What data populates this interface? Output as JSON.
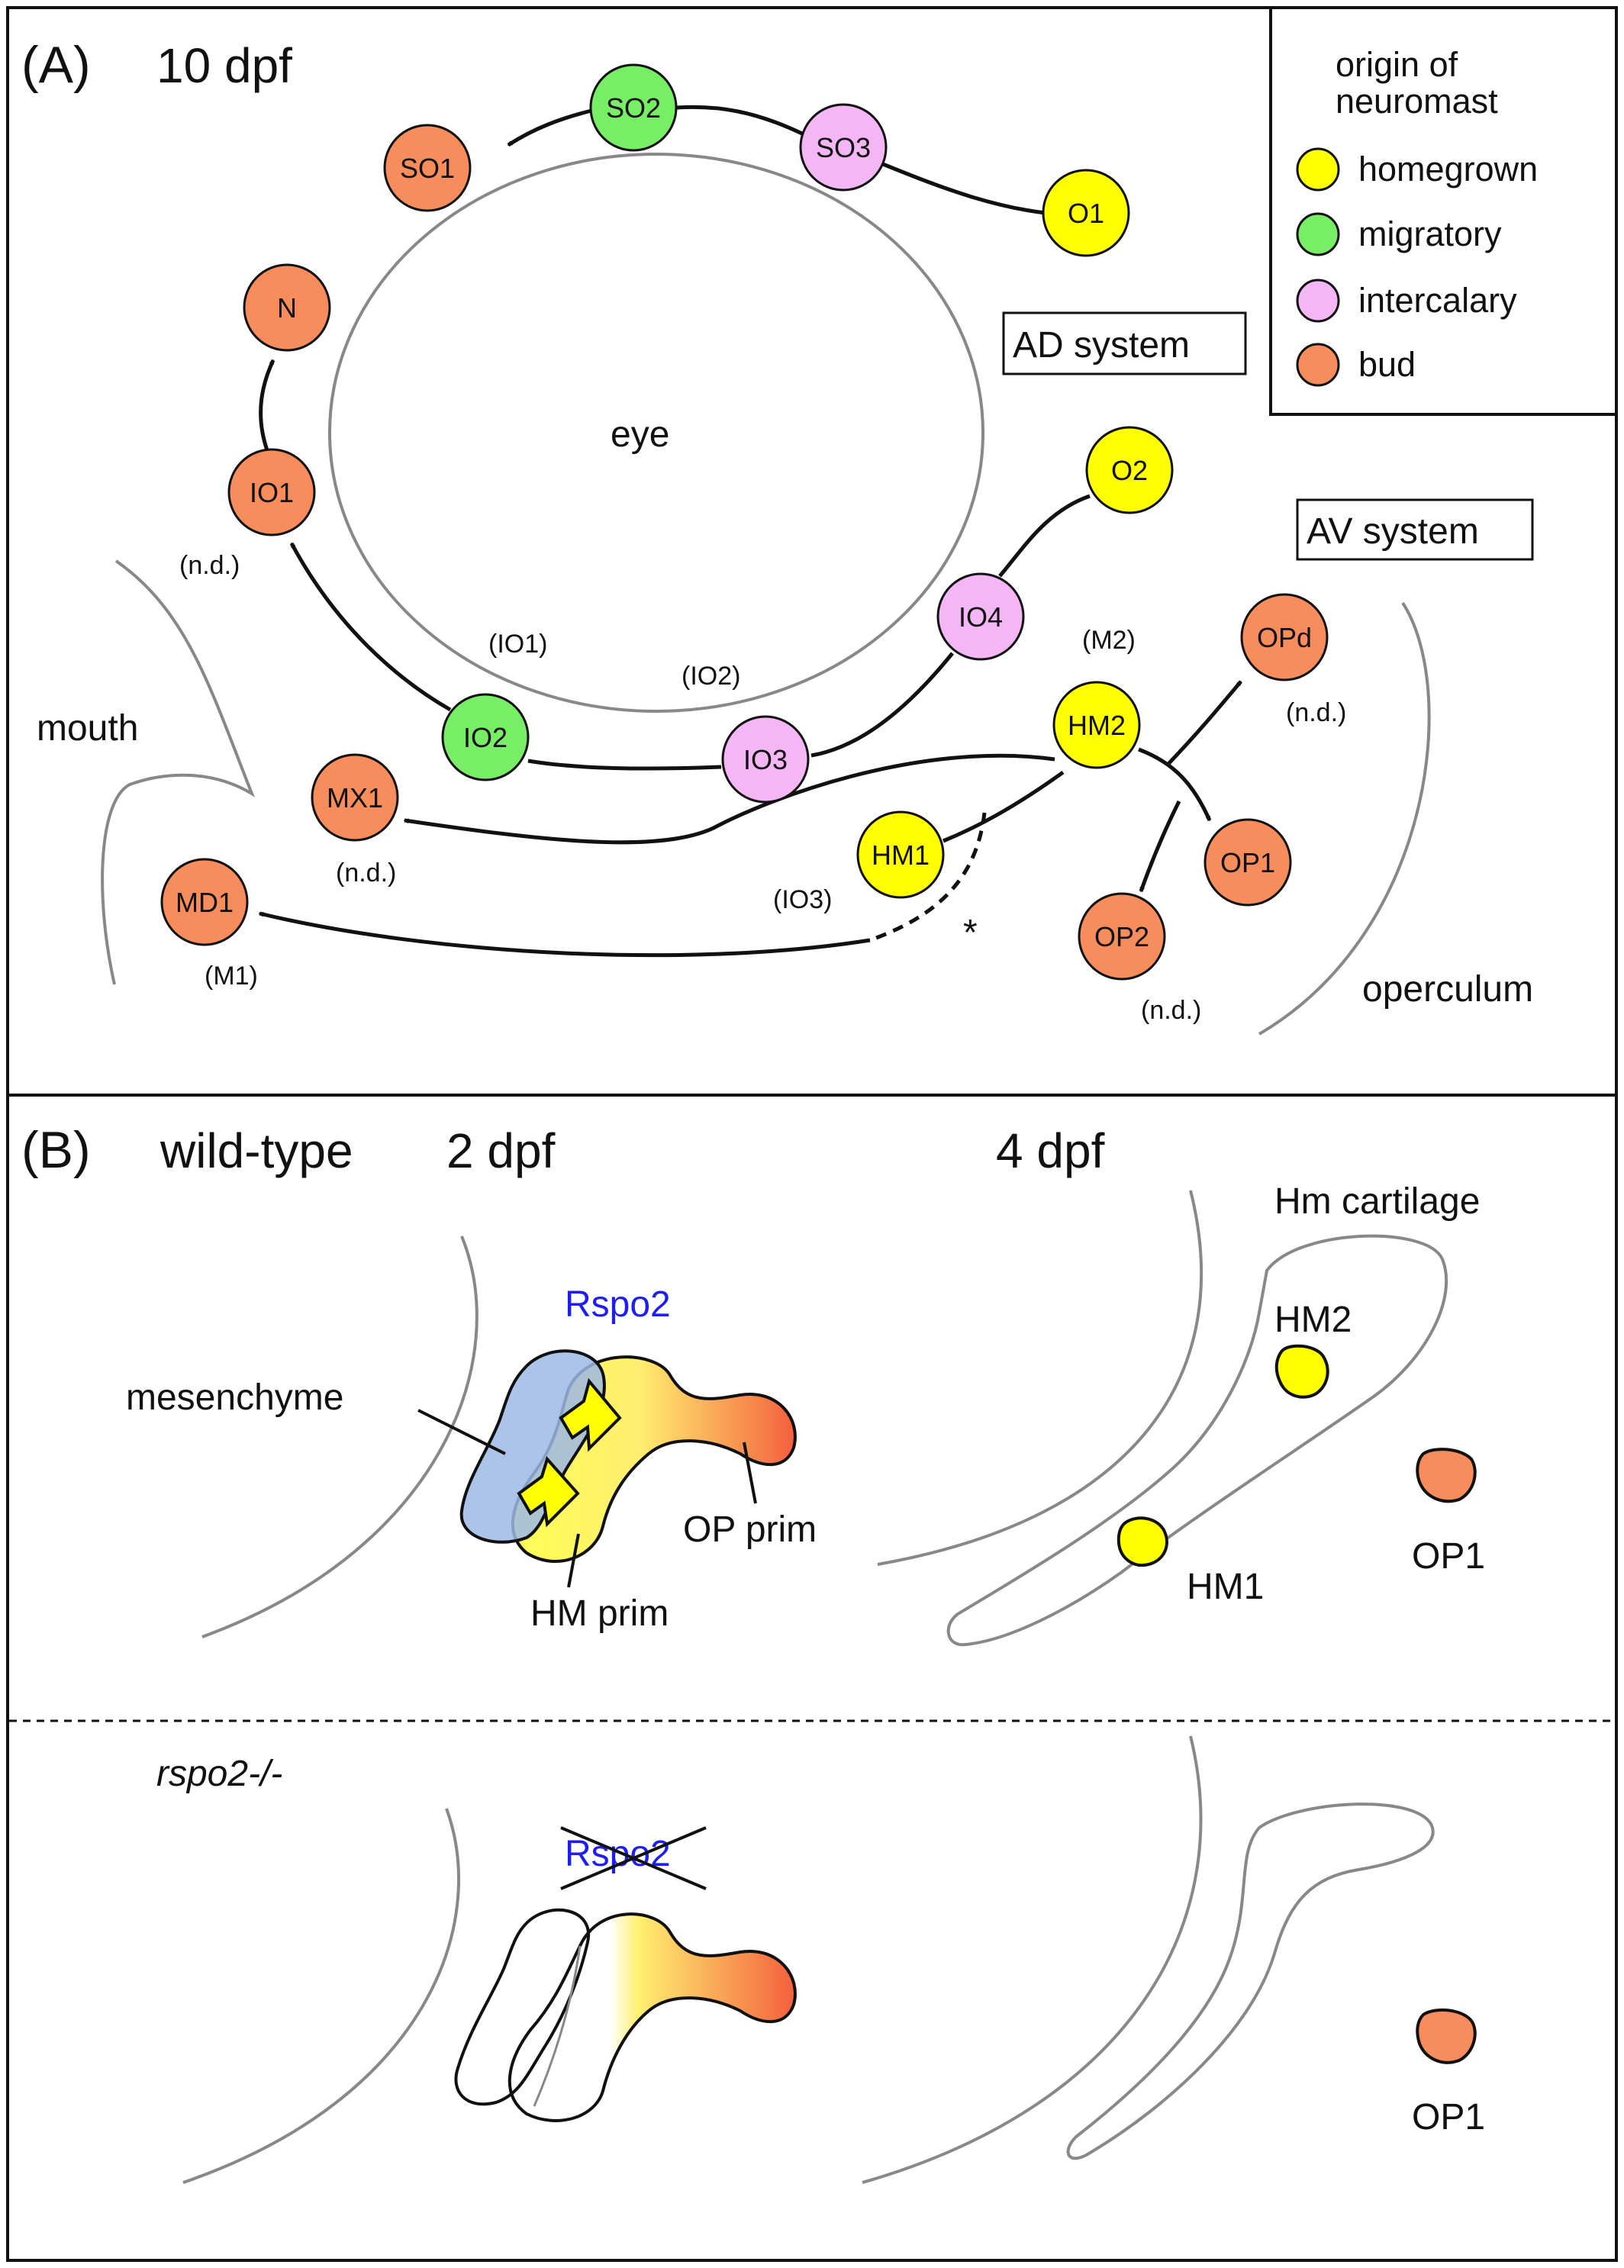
{
  "colors": {
    "homegrown": "#FFFF00",
    "migratory": "#77EE66",
    "intercalary": "#F5B6F5",
    "bud": "#F78C5C",
    "rspo2": "#1E1EEE",
    "mesenchyme": "#9DB9E6",
    "outline": "#888888",
    "line": "#111111"
  },
  "panelA": {
    "label": "(A)",
    "stage": "10 dpf",
    "legend": {
      "title_line1": "origin of",
      "title_line2": "neuromast",
      "items": [
        {
          "label": "homegrown",
          "color": "#FFFF00"
        },
        {
          "label": "migratory",
          "color": "#77EE66"
        },
        {
          "label": "intercalary",
          "color": "#F5B6F5"
        },
        {
          "label": "bud",
          "color": "#F78C5C"
        }
      ]
    },
    "eye_label": "eye",
    "mouth_label": "mouth",
    "operculum_label": "operculum",
    "ad_system": "AD system",
    "av_system": "AV system",
    "neuromasts": {
      "SO1": {
        "label": "SO1",
        "origin": "bud"
      },
      "SO2": {
        "label": "SO2",
        "origin": "migratory"
      },
      "SO3": {
        "label": "SO3",
        "origin": "intercalary"
      },
      "O1": {
        "label": "O1",
        "origin": "homegrown"
      },
      "N": {
        "label": "N",
        "origin": "bud"
      },
      "IO1": {
        "label": "IO1",
        "origin": "bud"
      },
      "O2": {
        "label": "O2",
        "origin": "homegrown"
      },
      "IO4": {
        "label": "IO4",
        "origin": "intercalary"
      },
      "IO3": {
        "label": "IO3",
        "origin": "intercalary"
      },
      "IO2": {
        "label": "IO2",
        "origin": "migratory"
      },
      "HM2": {
        "label": "HM2",
        "origin": "homegrown"
      },
      "HM1": {
        "label": "HM1",
        "origin": "homegrown"
      },
      "OPd": {
        "label": "OPd",
        "origin": "bud"
      },
      "OP1": {
        "label": "OP1",
        "origin": "bud"
      },
      "OP2": {
        "label": "OP2",
        "origin": "bud"
      },
      "MX1": {
        "label": "MX1",
        "origin": "bud"
      },
      "MD1": {
        "label": "MD1",
        "origin": "bud"
      }
    },
    "annotations": {
      "nd_io1": "(n.d.)",
      "io1_alt": "(IO1)",
      "io2_alt": "(IO2)",
      "m2": "(M2)",
      "nd_opd": "(n.d.)",
      "nd_mx1": "(n.d.)",
      "io3_alt": "(IO3)",
      "m1": "(M1)",
      "nd_op2": "(n.d.)",
      "asterisk": "*"
    }
  },
  "panelB": {
    "label": "(B)",
    "genotype_wt": "wild-type",
    "stage_2dpf": "2 dpf",
    "stage_4dpf": "4 dpf",
    "rspo2_wt": "Rspo2",
    "rspo2_mut": "Rspo2",
    "mesenchyme": "mesenchyme",
    "op_prim": "OP prim",
    "hm_prim": "HM prim",
    "hm_cartilage": "Hm cartilage",
    "hm2": "HM2",
    "hm1": "HM1",
    "op1_wt": "OP1",
    "genotype_mut": "rspo2-/-",
    "op1_mut": "OP1"
  }
}
